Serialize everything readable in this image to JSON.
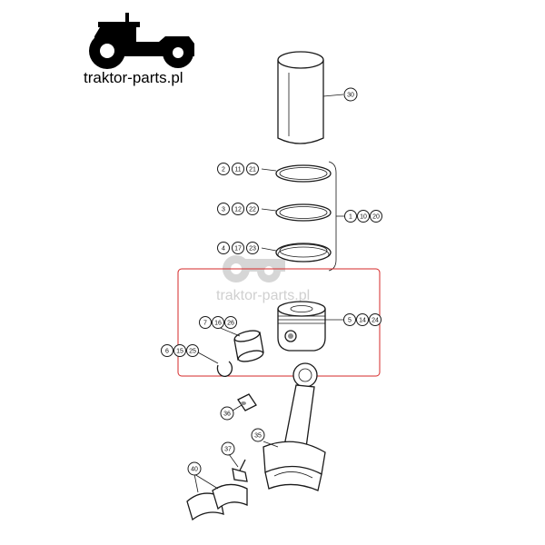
{
  "logo": {
    "text": "traktor-parts.pl"
  },
  "watermark": {
    "text": "traktor-parts.pl"
  },
  "highlight_color": "#d62828",
  "callouts": {
    "c30": "30",
    "c2": "2",
    "c11": "11",
    "c21": "21",
    "c3": "3",
    "c12": "12",
    "c22": "22",
    "c4": "4",
    "c17": "17",
    "c23": "23",
    "c1": "1",
    "c10": "10",
    "c20": "20",
    "c5": "5",
    "c14": "14",
    "c24": "24",
    "c7": "7",
    "c16": "16",
    "c26": "26",
    "c6": "6",
    "c15": "15",
    "c25": "25",
    "c36": "36",
    "c35": "35",
    "c37": "37",
    "c40": "40"
  }
}
